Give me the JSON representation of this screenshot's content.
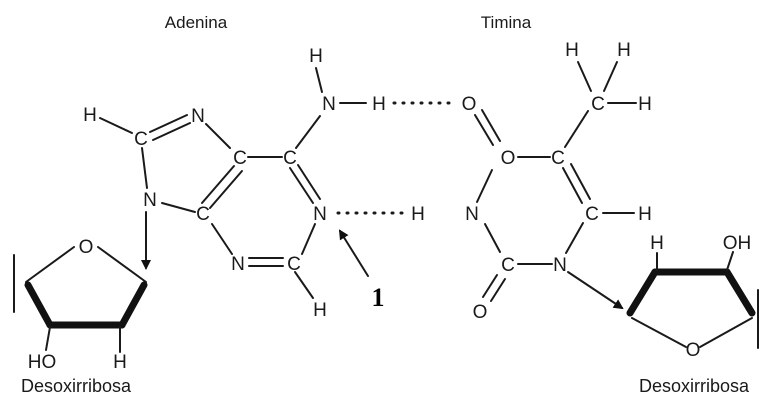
{
  "titles": {
    "left": "Adenina",
    "right": "Timina"
  },
  "captions": {
    "left": "Desoxirribosa",
    "right": "Desoxirribosa"
  },
  "marker": "1",
  "atoms": {
    "H": "H",
    "N": "N",
    "C": "C",
    "O": "O",
    "HO": "HO",
    "OH": "OH"
  }
}
